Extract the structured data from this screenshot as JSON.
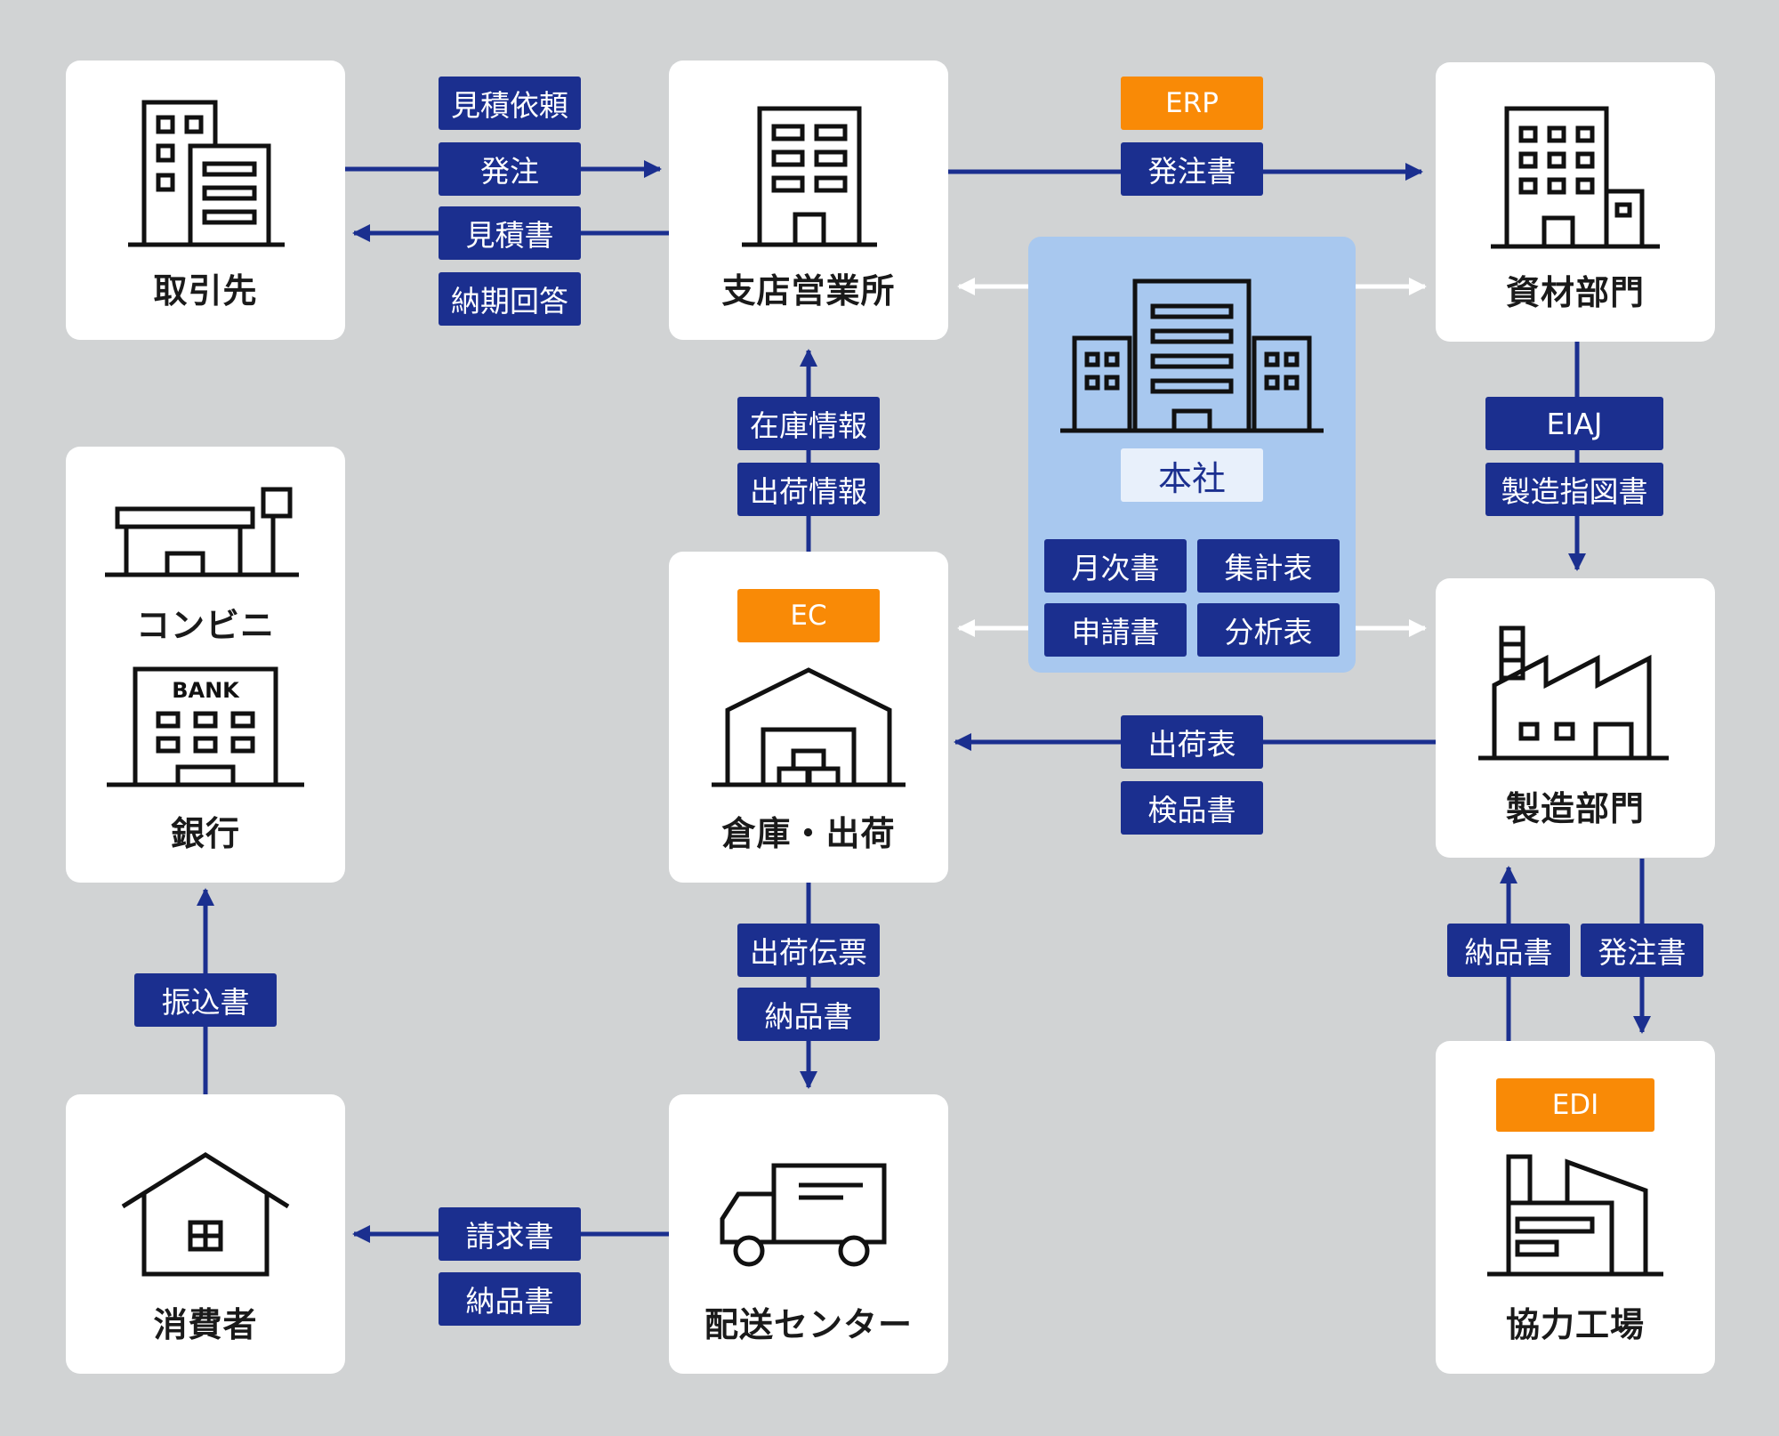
{
  "nodes": {
    "customer": "取引先",
    "branch": "支店営業所",
    "materials": "資材部門",
    "convenience": "コンビニ",
    "bank": "銀行",
    "bank_sign": "BANK",
    "warehouse": "倉庫・出荷",
    "manufacturing": "製造部門",
    "consumer": "消費者",
    "delivery": "配送センター",
    "partner": "協力工場"
  },
  "hq": {
    "name": "本社",
    "docs": [
      "月次書",
      "集計表",
      "申請書",
      "分析表"
    ]
  },
  "systems": {
    "erp": "ERP",
    "ec": "EC",
    "edi": "EDI"
  },
  "flows": {
    "customer_to_branch": [
      "見積依頼",
      "発注"
    ],
    "branch_to_customer": [
      "見積書",
      "納期回答"
    ],
    "branch_to_materials": [
      "発注書"
    ],
    "warehouse_to_branch": [
      "在庫情報",
      "出荷情報"
    ],
    "materials_to_manufacturing": [
      "EIAJ",
      "製造指図書"
    ],
    "manufacturing_to_warehouse": [
      "出荷表",
      "検品書"
    ],
    "warehouse_to_delivery": [
      "出荷伝票",
      "納品書"
    ],
    "delivery_to_consumer": [
      "請求書",
      "納品書"
    ],
    "consumer_to_bank": [
      "振込書"
    ],
    "partner_to_manufacturing": [
      "納品書"
    ],
    "manufacturing_to_partner": [
      "発注書"
    ]
  },
  "colors": {
    "background": "#d1d3d4",
    "card": "#ffffff",
    "tag": "#1b2f8f",
    "connector": "#1b2f8f",
    "system_tag": "#f98a06",
    "hq_panel": "#a8c8ef",
    "hq_arrow": "#ffffff"
  }
}
